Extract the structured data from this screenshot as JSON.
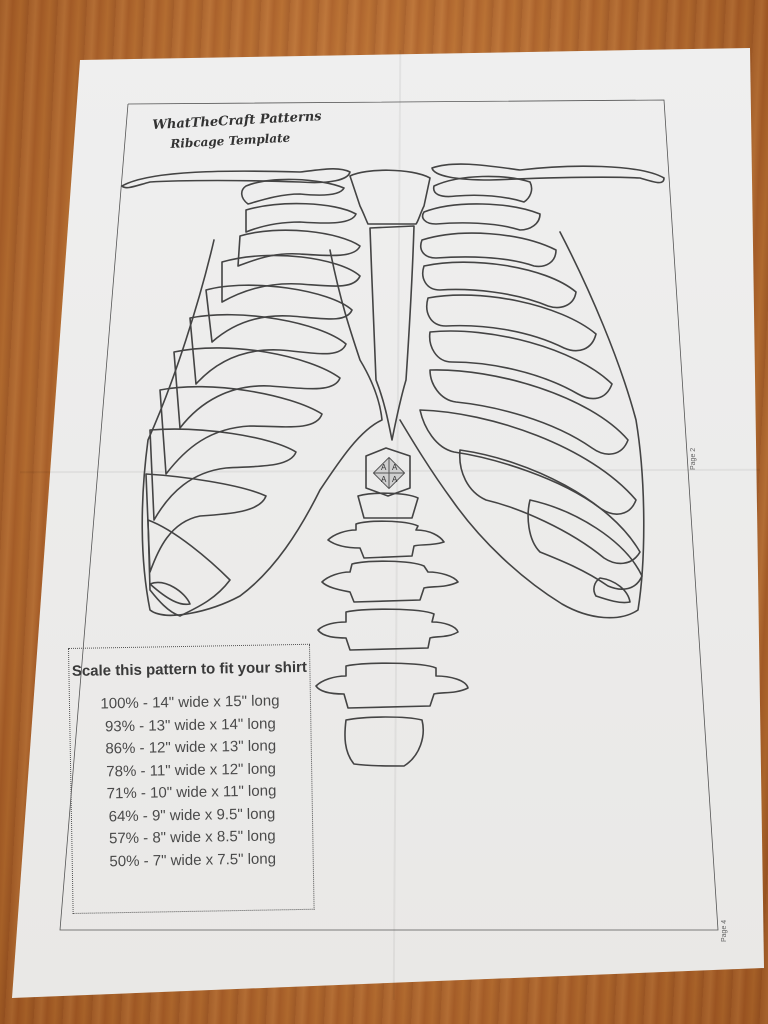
{
  "pattern": {
    "brand": "WhatTheCraft Patterns",
    "name": "Ribcage Template"
  },
  "scale_box": {
    "heading": "Scale this pattern to fit your shirt",
    "sizes": [
      "100% - 14\" wide x 15\" long",
      "93% - 13\" wide x 14\" long",
      "86% - 12\" wide x 13\" long",
      "78% - 11\" wide x 12\" long",
      "71% - 10\" wide x 11\" long",
      "64% - 9\" wide x 9.5\" long",
      "57% - 8\" wide x 8.5\" long",
      "50% - 7\" wide x 7.5\" long"
    ]
  },
  "page_labels": [
    "Page 2",
    "Page 4"
  ],
  "alignment_marks": [
    "A",
    "A",
    "A",
    "A"
  ],
  "colors": {
    "table": "#c07033",
    "paper": "#ececec",
    "outline": "#444444"
  }
}
